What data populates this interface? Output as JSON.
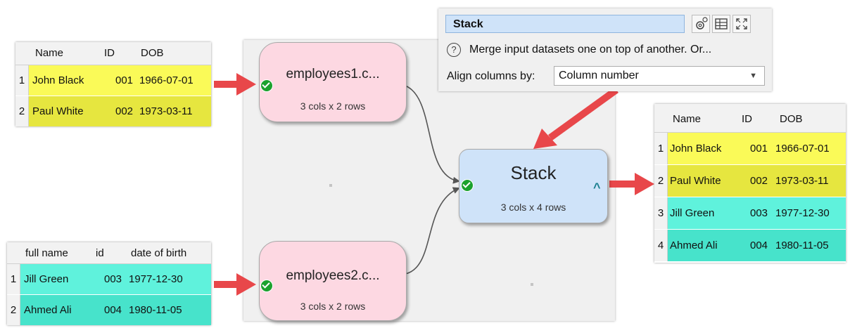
{
  "input_table_1": {
    "headers": [
      "Name",
      "ID",
      "DOB"
    ],
    "rows": [
      {
        "num": "1",
        "name": "John Black",
        "id": "001",
        "dob": "1966-07-01"
      },
      {
        "num": "2",
        "name": "Paul White",
        "id": "002",
        "dob": "1973-03-11"
      }
    ]
  },
  "input_table_2": {
    "headers": [
      "full name",
      "id",
      "date of birth"
    ],
    "rows": [
      {
        "num": "1",
        "name": "Jill Green",
        "id": "003",
        "dob": "1977-12-30"
      },
      {
        "num": "2",
        "name": "Ahmed Ali",
        "id": "004",
        "dob": "1980-11-05"
      }
    ]
  },
  "nodes": {
    "employees1": {
      "title": "employees1.c...",
      "subtitle": "3 cols x 2 rows"
    },
    "employees2": {
      "title": "employees2.c...",
      "subtitle": "3 cols x 2 rows"
    },
    "stack": {
      "title": "Stack",
      "subtitle": "3 cols x 4 rows",
      "caret": "^"
    }
  },
  "panel": {
    "name": "Stack",
    "description": "Merge input datasets one on top of another. Or...",
    "align_label": "Align columns by:",
    "align_value": "Column number",
    "icons": [
      "settings-icon",
      "table-icon",
      "fullscreen-icon"
    ]
  },
  "output_table": {
    "headers": [
      "Name",
      "ID",
      "DOB"
    ],
    "rows": [
      {
        "num": "1",
        "name": "John Black",
        "id": "001",
        "dob": "1966-07-01"
      },
      {
        "num": "2",
        "name": "Paul White",
        "id": "002",
        "dob": "1973-03-11"
      },
      {
        "num": "3",
        "name": "Jill Green",
        "id": "003",
        "dob": "1977-12-30"
      },
      {
        "num": "4",
        "name": "Ahmed Ali",
        "id": "004",
        "dob": "1980-11-05"
      }
    ]
  },
  "colors": {
    "yellow_row": "#fafa58",
    "yellow_row_alt": "#e6e63f",
    "teal_row": "#5ff2dc",
    "teal_row_alt": "#47e3cb",
    "input_node": "#fdd8e2",
    "stack_node": "#cfe3f9",
    "arrow": "#e8474a",
    "check": "#1ba12e"
  }
}
